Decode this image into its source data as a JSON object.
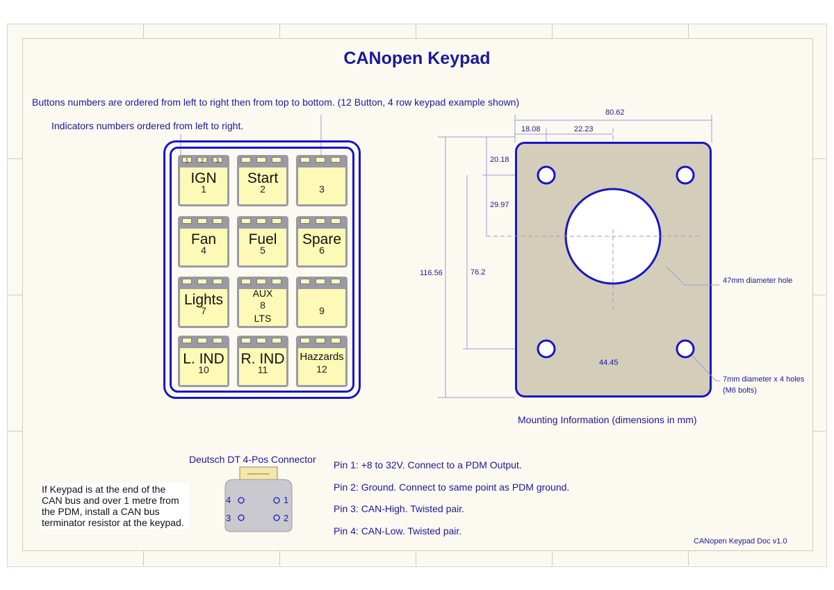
{
  "title": "CANopen Keypad",
  "notes": {
    "buttons_order": "Buttons numbers are ordered from left to right then from top to bottom. (12 Button, 4 row keypad example shown)",
    "indicators_order": "Indicators numbers ordered from left to right."
  },
  "keypad": {
    "indicator_numbers": [
      "1",
      "2",
      "3"
    ],
    "buttons": [
      {
        "label": "IGN",
        "number": "1"
      },
      {
        "label": "Start",
        "number": "2"
      },
      {
        "label": "",
        "number": "3"
      },
      {
        "label": "Fan",
        "number": "4"
      },
      {
        "label": "Fuel",
        "number": "5"
      },
      {
        "label": "Spare",
        "number": "6"
      },
      {
        "label": "Lights",
        "number": "7"
      },
      {
        "label": "AUX",
        "label2": "LTS",
        "number": "8"
      },
      {
        "label": "",
        "number": "9"
      },
      {
        "label": "L. IND",
        "number": "10"
      },
      {
        "label": "R. IND",
        "number": "11"
      },
      {
        "label": "Hazzards",
        "number": "12"
      }
    ]
  },
  "mounting": {
    "caption": "Mounting Information (dimensions in mm)",
    "dims": {
      "overall_width": "80.62",
      "left_offset": "18.08",
      "center_offset": "22.23",
      "top_offset": "20.18",
      "hole_offset": "29.97",
      "overall_height": "116.56",
      "hole_spacing_v": "76.2",
      "hole_spacing_h": "44.45"
    },
    "callout_hole": "47mm diameter hole",
    "callout_bolts_1": "7mm diameter x 4 holes",
    "callout_bolts_2": "(M6 bolts)"
  },
  "connector": {
    "title": "Deutsch DT 4-Pos Connector",
    "pins_left": [
      "4",
      "3"
    ],
    "pins_right": [
      "1",
      "2"
    ]
  },
  "pins": [
    "Pin 1: +8 to 32V. Connect to a PDM Output.",
    "Pin 2: Ground. Connect to same point as PDM ground.",
    "Pin 3: CAN-High. Twisted pair.",
    "Pin 4: CAN-Low. Twisted pair."
  ],
  "terminator_note": "If Keypad is at the end of the CAN bus and over 1 metre from the PDM, install a CAN bus terminator resistor at the keypad.",
  "doc_version": "CANopen Keypad Doc v1.0",
  "colors": {
    "ink": "#1a1a9a",
    "outline": "#1616c8",
    "plate": "#d4cdb9",
    "button_face": "#fdf9b6",
    "sheet": "#fcf9f1"
  }
}
